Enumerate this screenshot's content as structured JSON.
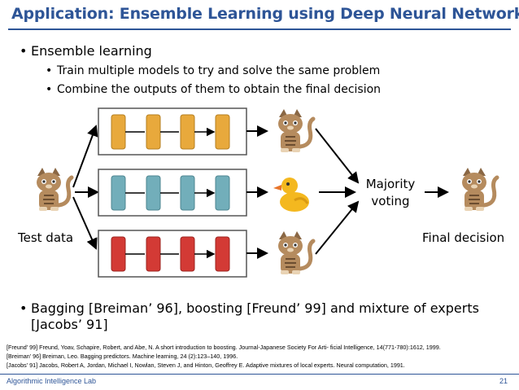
{
  "slide": {
    "title": "Application: Ensemble Learning using Deep Neural Networks",
    "bullets": {
      "main": "Ensemble learning",
      "sub1": "Train multiple models to try and solve the same problem",
      "sub2": "Combine the outputs of them to obtain the final decision",
      "bottom_line1": "Bagging [Breiman’ 96], boosting [Freund’ 99] and mixture of experts",
      "bottom_line2": "[Jacobs’ 91]"
    },
    "bullet_glyph": "•"
  },
  "diagram": {
    "input_label": "Test data",
    "voting_line1": "Majority",
    "voting_line2": "voting",
    "output_label": "Final decision",
    "models": [
      {
        "color": "#e8a93c",
        "output": "cat"
      },
      {
        "color": "#72aeba",
        "output": "duck"
      },
      {
        "color": "#d33a35",
        "output": "cat"
      }
    ]
  },
  "references": [
    "[Freund’ 99] Freund, Yoav, Schapire, Robert, and Abe, N. A short introduction to boosting. Journal-Japanese Society For Arti- ficial Intelligence, 14(771-780):1612, 1999.",
    "[Breiman’ 96] Breiman, Leo. Bagging predictors. Machine learning, 24 (2):123–140, 1996.",
    "[Jacobs’ 91] Jacobs, Robert A, Jordan, Michael I, Nowlan, Steven J, and Hinton, Geoffrey E. Adaptive mixtures of local experts. Neural computation, 1991."
  ],
  "footer": {
    "lab": "Algorithmic Intelligence Lab",
    "page": "21"
  }
}
